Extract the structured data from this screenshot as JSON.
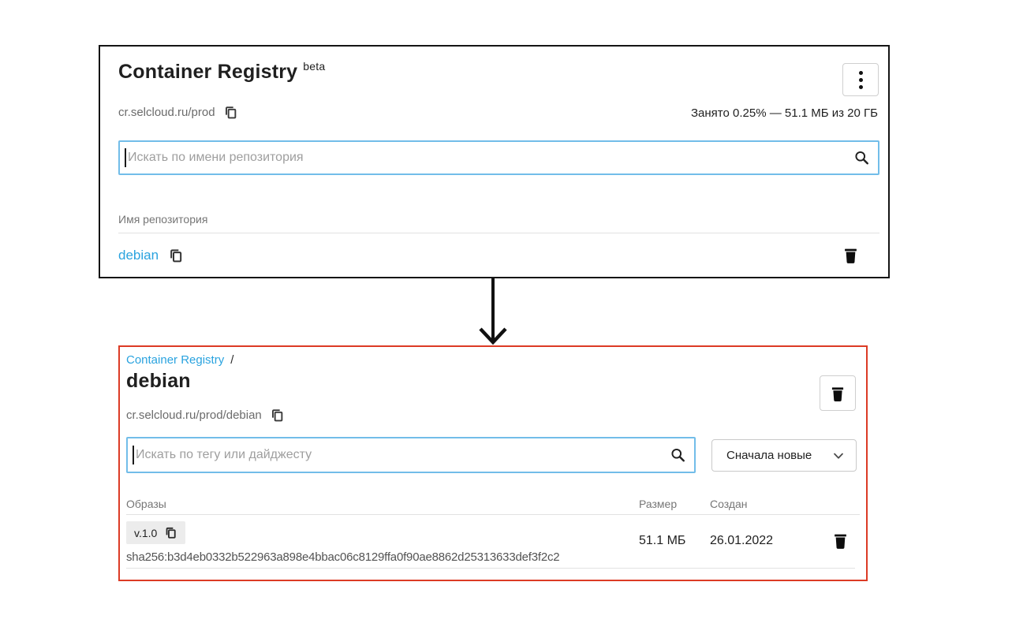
{
  "registry_panel": {
    "title": "Container Registry",
    "beta_badge": "beta",
    "registry_url": "cr.selcloud.ru/prod",
    "usage_text": "Занято 0.25% — 51.1 МБ из 20 ГБ",
    "search_placeholder": "Искать по имени репозитория",
    "table": {
      "name_header": "Имя репозитория",
      "rows": [
        {
          "name": "debian"
        }
      ]
    }
  },
  "repository_panel": {
    "breadcrumb_parent": "Container Registry",
    "breadcrumb_separator": "/",
    "title": "debian",
    "repository_url": "cr.selcloud.ru/prod/debian",
    "search_placeholder": "Искать по тегу или дайджесту",
    "sort_selected": "Сначала новые",
    "table": {
      "images_header": "Образы",
      "size_header": "Размер",
      "created_header": "Создан",
      "rows": [
        {
          "tag": "v.1.0",
          "digest": "sha256:b3d4eb0332b522963a898e4bbac06c8129ffa0f90ae8862d25313633def3f2c2",
          "size": "51.1 МБ",
          "created": "26.01.2022"
        }
      ]
    }
  },
  "colors": {
    "accent_link": "#2aa3df",
    "input_focus_border": "#72bde9",
    "panel_border_dark": "#151515",
    "panel_border_red": "#dc3b25",
    "tag_chip_bg": "#ececec"
  }
}
